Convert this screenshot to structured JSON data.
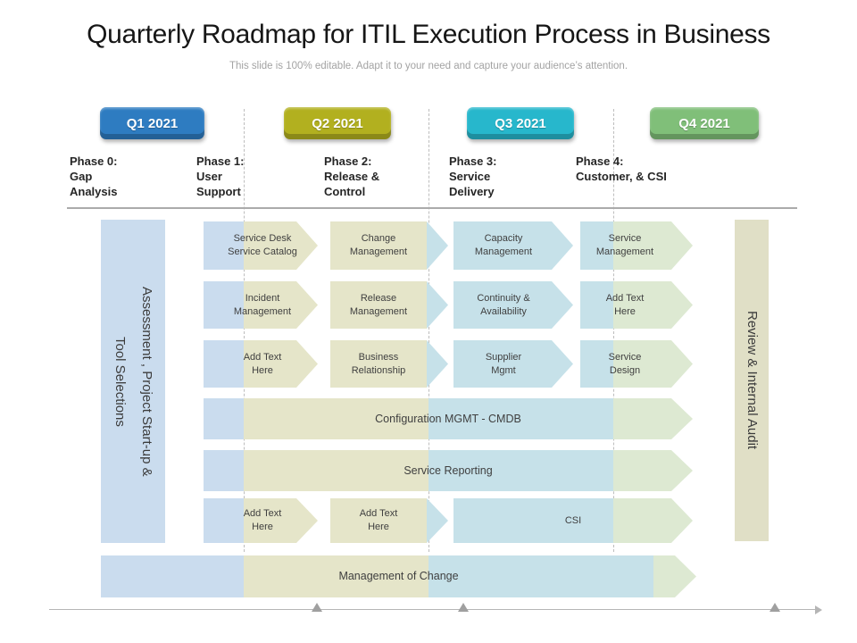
{
  "slide": {
    "title": "Quarterly Roadmap for ITIL Execution Process in Business",
    "subtitle": "This slide is 100% editable. Adapt it to your need and capture your audience’s attention."
  },
  "quarters": {
    "q1": "Q1 2021",
    "q2": "Q2 2021",
    "q3": "Q3 2021",
    "q4": "Q4 2021"
  },
  "phases": {
    "p0": "Phase 0:\nGap\nAnalysis",
    "p1": "Phase 1:\nUser\nSupport",
    "p2": "Phase 2:\nRelease &\nControl",
    "p3": "Phase 3:\nService\nDelivery",
    "p4": "Phase 4:\nCustomer, & CSI"
  },
  "sidebars": {
    "left": "Assessment , Project Start-up &\nTool Selections",
    "right": "Review & Internal Audit"
  },
  "grid": {
    "r1c1": "Service Desk\nService Catalog",
    "r1c2": "Change\nManagement",
    "r1c3": "Capacity\nManagement",
    "r1c4": "Service\nManagement",
    "r2c1": "Incident\nManagement",
    "r2c2": "Release\nManagement",
    "r2c3": "Continuity &\nAvailability",
    "r2c4": "Add Text\nHere",
    "r3c1": "Add Text\nHere",
    "r3c2": "Business\nRelationship",
    "r3c3": "Supplier\nMgmt",
    "r3c4": "Service\nDesign",
    "r4": "Configuration MGMT - CMDB",
    "r5": "Service Reporting",
    "r6c1": "Add Text\nHere",
    "r6c2": "Add Text\nHere",
    "r6c3": "CSI",
    "r7": "Management of Change"
  },
  "colors": {
    "q1": "#2e7cc1",
    "q2": "#b2b01f",
    "q3": "#27b7cc",
    "q4": "#80bf79",
    "beige": "#e5e5c9",
    "aqua": "#c6e1e9",
    "lightblue": "#cadcee",
    "green": "#dde9d2",
    "tan": "#e0dfc6",
    "line": "#ababab",
    "dash": "#bdbdbd",
    "text": "#3f3f3f"
  }
}
